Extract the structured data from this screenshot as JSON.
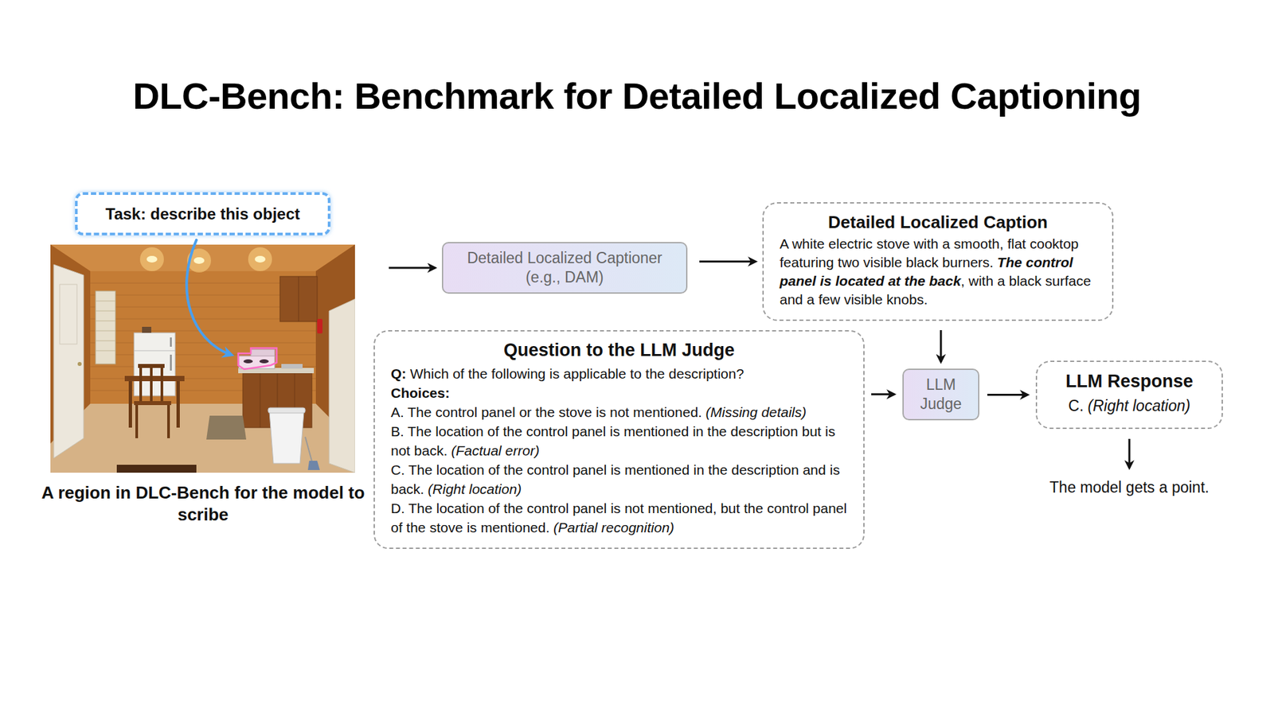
{
  "diagram": {
    "title": "DLC-Bench: Benchmark for Detailed Localized Captioning",
    "nodes": [
      {
        "text": [
          "Task: describe this object"
        ]
      },
      {
        "text": [
          "A region in DLC-Bench for the model to scribe"
        ]
      },
      {
        "text": [
          "Detailed Localized Captioner (e.g., DAM)"
        ]
      },
      {
        "text": [
          "Detailed Localized Caption",
          "A white electric stove with a smooth, flat cooktop featuring two visible black burners.",
          "The control panel is located at the back",
          ", with a black surface and a few visible knobs."
        ]
      },
      {
        "text": [
          "Question to the LLM Judge",
          "Q:",
          "Which of the following is applicable to the description?",
          "Choices:",
          "A. The control panel or the stove is not mentioned.",
          "(Missing details)",
          "B. The location of the control panel is mentioned in the description but is not back.",
          "(Factual error)",
          "C. The location of the control panel is mentioned in the description and is back.",
          "(Right location)",
          "D. The location of the control panel is not mentioned, but the control panel of the stove is mentioned.",
          "(Partial recognition)"
        ]
      },
      {
        "text": [
          "LLM Judge"
        ]
      },
      {
        "text": [
          "LLM Response",
          "C.",
          "(Right location)"
        ]
      }
    ],
    "edges": [
      {
        "from": 1,
        "to": 2,
        "arrow": "to"
      },
      {
        "from": 2,
        "to": 3,
        "arrow": "to"
      },
      {
        "from": 3,
        "to": 5,
        "arrow": "to"
      },
      {
        "from": 4,
        "to": 5,
        "arrow": "to"
      },
      {
        "from": 5,
        "to": 6,
        "arrow": "to"
      }
    ],
    "labels": [
      "The model gets a point."
    ]
  }
}
